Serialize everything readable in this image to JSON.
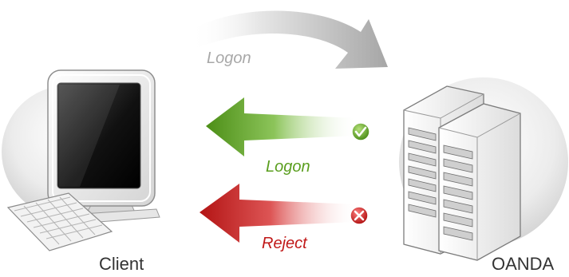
{
  "nodes": {
    "client": {
      "label": "Client",
      "icon": "desktop-computer-icon"
    },
    "server": {
      "label": "OANDA",
      "icon": "server-rack-icon"
    }
  },
  "flows": [
    {
      "label": "Logon",
      "direction": "client-to-server",
      "color": "#a8a8a8",
      "badge_icon": ""
    },
    {
      "label": "Logon",
      "direction": "server-to-client",
      "color": "#5a9e1e",
      "badge_icon": "checkmark-icon"
    },
    {
      "label": "Reject",
      "direction": "server-to-client",
      "color": "#c01818",
      "badge_icon": "x-icon"
    }
  ]
}
